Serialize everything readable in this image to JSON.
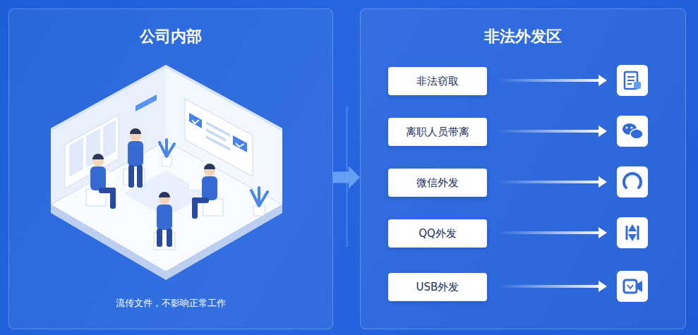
{
  "diagram": {
    "nodes": [
      {
        "text": [
          "公司内部",
          "流传文件，不影响正常工作"
        ]
      },
      {
        "text": [
          "非法外发区"
        ]
      },
      {
        "text": [
          "非法窃取"
        ],
        "in": 1
      },
      {
        "text": [
          "离职人员带离"
        ],
        "in": 1
      },
      {
        "text": [
          "微信外发"
        ],
        "in": 1
      },
      {
        "text": [
          "QQ外发"
        ],
        "in": 1
      },
      {
        "text": [
          "USB外发"
        ],
        "in": 1
      }
    ],
    "edges": [
      {
        "from": 0,
        "to": 1,
        "arrow": "to"
      }
    ]
  }
}
